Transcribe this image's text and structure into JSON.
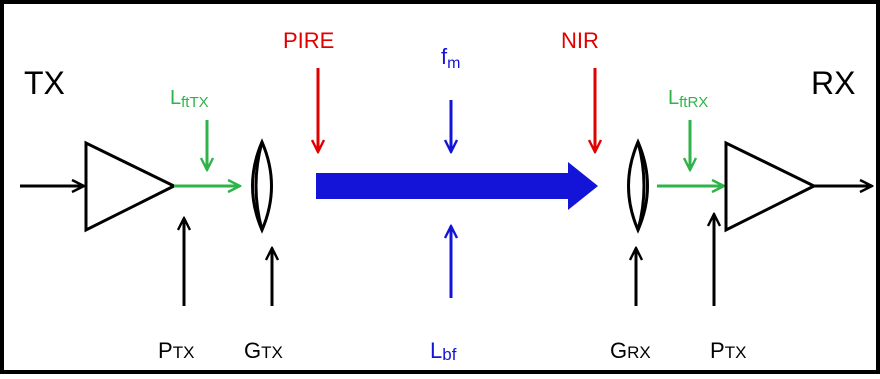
{
  "labels": {
    "tx": "TX",
    "rx": "RX",
    "pire": "PIRE",
    "nir": "NIR",
    "fm_main": "f",
    "fm_sub": "m",
    "lfttx_main": "L",
    "lfttx_sub": "ftTX",
    "lftrx_main": "L",
    "lftrx_sub": "ftRX",
    "ptx_left_main": "P",
    "ptx_left_sub": "TX",
    "gtx_main": "G",
    "gtx_sub": "TX",
    "lbf_main": "L",
    "lbf_sub": "bf",
    "grx_main": "G",
    "grx_sub": "RX",
    "ptx_right_main": "P",
    "ptx_right_sub": "TX"
  },
  "colors": {
    "black": "#000000",
    "red": "#e00000",
    "blue": "#1414d8",
    "green": "#2fb34a",
    "background": "#ffffff"
  }
}
